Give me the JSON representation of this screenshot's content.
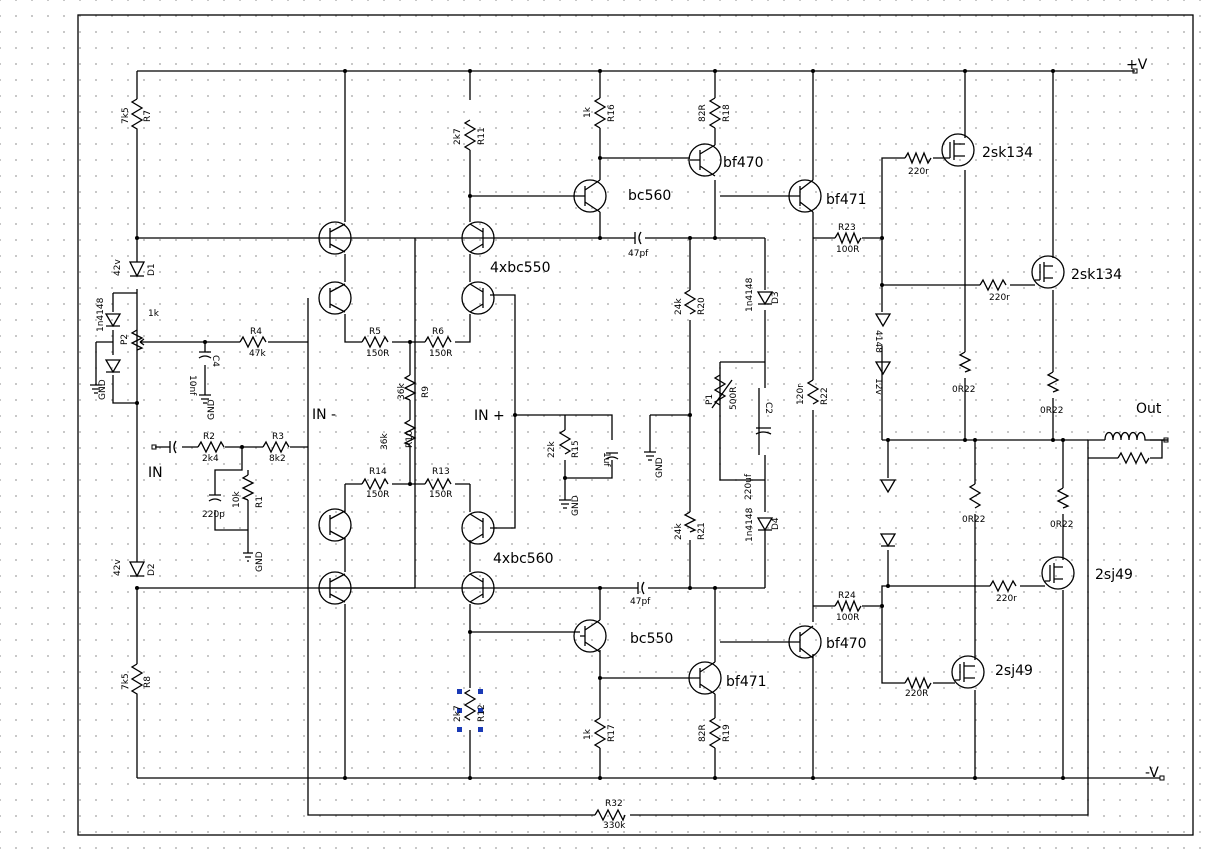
{
  "rails": {
    "pos": "+V",
    "neg": "-V"
  },
  "ports": {
    "input": "IN",
    "output": "Out",
    "in_minus": "IN -",
    "in_plus": "IN +"
  },
  "resistors": [
    {
      "name": "R7",
      "value": "7k5"
    },
    {
      "name": "R8",
      "value": "7k5"
    },
    {
      "name": "R11",
      "value": "2k7"
    },
    {
      "name": "R12",
      "value": "2k7"
    },
    {
      "name": "R16",
      "value": "1k"
    },
    {
      "name": "R17",
      "value": "1k"
    },
    {
      "name": "R18",
      "value": "82R"
    },
    {
      "name": "R19",
      "value": "82R"
    },
    {
      "name": "R4",
      "value": "47k"
    },
    {
      "name": "R5",
      "value": "150R"
    },
    {
      "name": "R6",
      "value": "150R"
    },
    {
      "name": "R14",
      "value": "150R"
    },
    {
      "name": "R13",
      "value": "150R"
    },
    {
      "name": "R9",
      "value": "36k"
    },
    {
      "name": "R10",
      "value": "36k"
    },
    {
      "name": "R2",
      "value": "2k4"
    },
    {
      "name": "R3",
      "value": "8k2"
    },
    {
      "name": "R1",
      "value": "10k"
    },
    {
      "name": "R15",
      "value": "22k"
    },
    {
      "name": "R20",
      "value": "24k"
    },
    {
      "name": "R21",
      "value": "24k"
    },
    {
      "name": "R22",
      "value": "120r"
    },
    {
      "name": "R23",
      "value": "100R"
    },
    {
      "name": "R24",
      "value": "100R"
    },
    {
      "name": "R32",
      "value": "330k"
    }
  ],
  "gate_resistors": [
    "220r",
    "220r",
    "220r",
    "220R"
  ],
  "source_resistors": [
    "0R22",
    "0R22",
    "0R22",
    "0R22"
  ],
  "capacitors": [
    {
      "name": "C4",
      "value": "10nf"
    },
    {
      "value": "47pf"
    },
    {
      "value": "47pf"
    },
    {
      "name": "C2",
      "value": "220uf"
    },
    {
      "value": "1uf"
    },
    {
      "value": "220p"
    }
  ],
  "diodes": [
    {
      "name": "D1",
      "value": "42v"
    },
    {
      "name": "D2",
      "value": "42v"
    },
    {
      "name": "D3",
      "value": "1n4148"
    },
    {
      "name": "D4",
      "value": "1n4148"
    },
    {
      "value": "1n4148"
    },
    {
      "value": "4148"
    },
    {
      "value": "12v"
    }
  ],
  "pots": [
    {
      "name": "P2",
      "value": "1k"
    },
    {
      "name": "P1",
      "value": "500R"
    }
  ],
  "transistors": [
    "4xbc550",
    "4xbc560",
    "bc560",
    "bc550",
    "bf470",
    "bf471",
    "bf471",
    "bf470"
  ],
  "mosfets": [
    "2sk134",
    "2sk134",
    "2sj49",
    "2sj49"
  ],
  "gnd": "GND"
}
